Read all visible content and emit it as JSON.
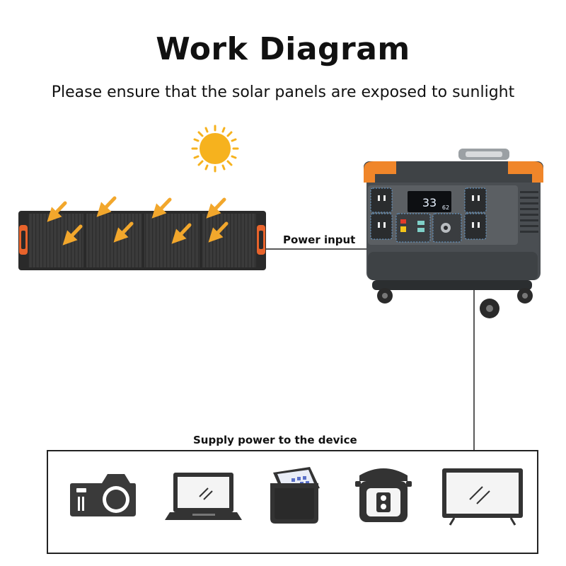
{
  "title": "Work Diagram",
  "subtitle": "Please ensure that the solar panels are exposed to sunlight",
  "labels": {
    "power_input": "Power input",
    "supply": "Supply power to the device"
  },
  "station_display": {
    "reading_main": "33",
    "reading_small": "62"
  },
  "devices": [
    "camera-icon",
    "laptop-icon",
    "cooler-box-icon",
    "rice-cooker-icon",
    "tv-icon"
  ],
  "colors": {
    "sun": "#F6B21E",
    "arrow": "#F2A72C",
    "panel": "#3a3a3a",
    "accent_orange": "#F0862A",
    "station_body": "#4a4e52",
    "icon_dark": "#333333"
  }
}
